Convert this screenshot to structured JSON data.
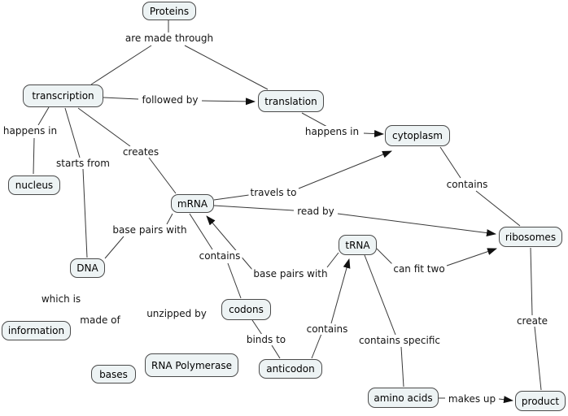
{
  "diagram_title": "Protein synthesis concept map",
  "colors": {
    "background": "#ffffff",
    "node_fill": "#edf3f4",
    "node_border": "#4a4a4a",
    "line": "#383838",
    "arrowhead": "#111111",
    "text": "#000000"
  },
  "nodes": {
    "proteins": {
      "label": "Proteins"
    },
    "transcription": {
      "label": "transcription"
    },
    "translation": {
      "label": "translation"
    },
    "cytoplasm": {
      "label": "cytoplasm"
    },
    "nucleus": {
      "label": "nucleus"
    },
    "mrna": {
      "label": "mRNA"
    },
    "ribosomes": {
      "label": "ribosomes"
    },
    "trna": {
      "label": "tRNA"
    },
    "dna": {
      "label": "DNA"
    },
    "codons": {
      "label": "codons"
    },
    "information": {
      "label": "information"
    },
    "bases": {
      "label": "bases"
    },
    "rna_polymerase": {
      "label": "RNA Polymerase"
    },
    "anticodon": {
      "label": "anticodon"
    },
    "amino_acids": {
      "label": "amino acids"
    },
    "product": {
      "label": "product"
    }
  },
  "edge_labels": {
    "are_made_through": "are made through",
    "followed_by": "followed by",
    "happens_in_nucleus": "happens in",
    "happens_in_cytoplasm": "happens in",
    "starts_from": "starts from",
    "creates": "creates",
    "travels_to": "travels to",
    "read_by": "read by",
    "contains_ribosomes": "contains",
    "base_pairs_dna_mrna": "base pairs with",
    "contains_codons": "contains",
    "base_pairs_trna_mrna": "base pairs with",
    "can_fit_two": "can fit two",
    "which_is": "which is",
    "made_of": "made of",
    "unzipped_by": "unzipped by",
    "binds_to": "binds to",
    "contains_anticodon": "contains",
    "contains_specific": "contains specific",
    "create": "create",
    "makes_up": "makes up"
  },
  "edges": [
    {
      "from": "Proteins",
      "label": "are made through",
      "to": "transcription",
      "arrow": false
    },
    {
      "from": "Proteins",
      "label": "are made through",
      "to": "translation",
      "arrow": false
    },
    {
      "from": "transcription",
      "label": "followed by",
      "to": "translation",
      "arrow": true
    },
    {
      "from": "transcription",
      "label": "happens in",
      "to": "nucleus",
      "arrow": false
    },
    {
      "from": "transcription",
      "label": "starts from",
      "to": "DNA",
      "arrow": false
    },
    {
      "from": "transcription",
      "label": "creates",
      "to": "mRNA",
      "arrow": false
    },
    {
      "from": "translation",
      "label": "happens in",
      "to": "cytoplasm",
      "arrow": true
    },
    {
      "from": "mRNA",
      "label": "travels to",
      "to": "cytoplasm",
      "arrow": true
    },
    {
      "from": "mRNA",
      "label": "read by",
      "to": "ribosomes",
      "arrow": true
    },
    {
      "from": "cytoplasm",
      "label": "contains",
      "to": "ribosomes",
      "arrow": false
    },
    {
      "from": "DNA",
      "label": "base pairs with",
      "to": "mRNA",
      "arrow": false
    },
    {
      "from": "mRNA",
      "label": "contains",
      "to": "codons",
      "arrow": false
    },
    {
      "from": "tRNA",
      "label": "base pairs with",
      "to": "mRNA",
      "arrow": true
    },
    {
      "from": "tRNA",
      "label": "can fit two",
      "to": "ribosomes",
      "arrow": true
    },
    {
      "from": "DNA",
      "label": "which is",
      "to": "information",
      "arrow": false
    },
    {
      "from": "DNA",
      "label": "made of",
      "to": "bases",
      "arrow": false
    },
    {
      "from": "DNA",
      "label": "unzipped by",
      "to": "RNA Polymerase",
      "arrow": false
    },
    {
      "from": "codons",
      "label": "binds to",
      "to": "anticodon",
      "arrow": false
    },
    {
      "from": "anticodon",
      "label": "contains",
      "to": "tRNA",
      "arrow": true
    },
    {
      "from": "tRNA",
      "label": "contains specific",
      "to": "amino acids",
      "arrow": false
    },
    {
      "from": "ribosomes",
      "label": "create",
      "to": "product",
      "arrow": false
    },
    {
      "from": "amino acids",
      "label": "makes up",
      "to": "product",
      "arrow": true
    }
  ]
}
